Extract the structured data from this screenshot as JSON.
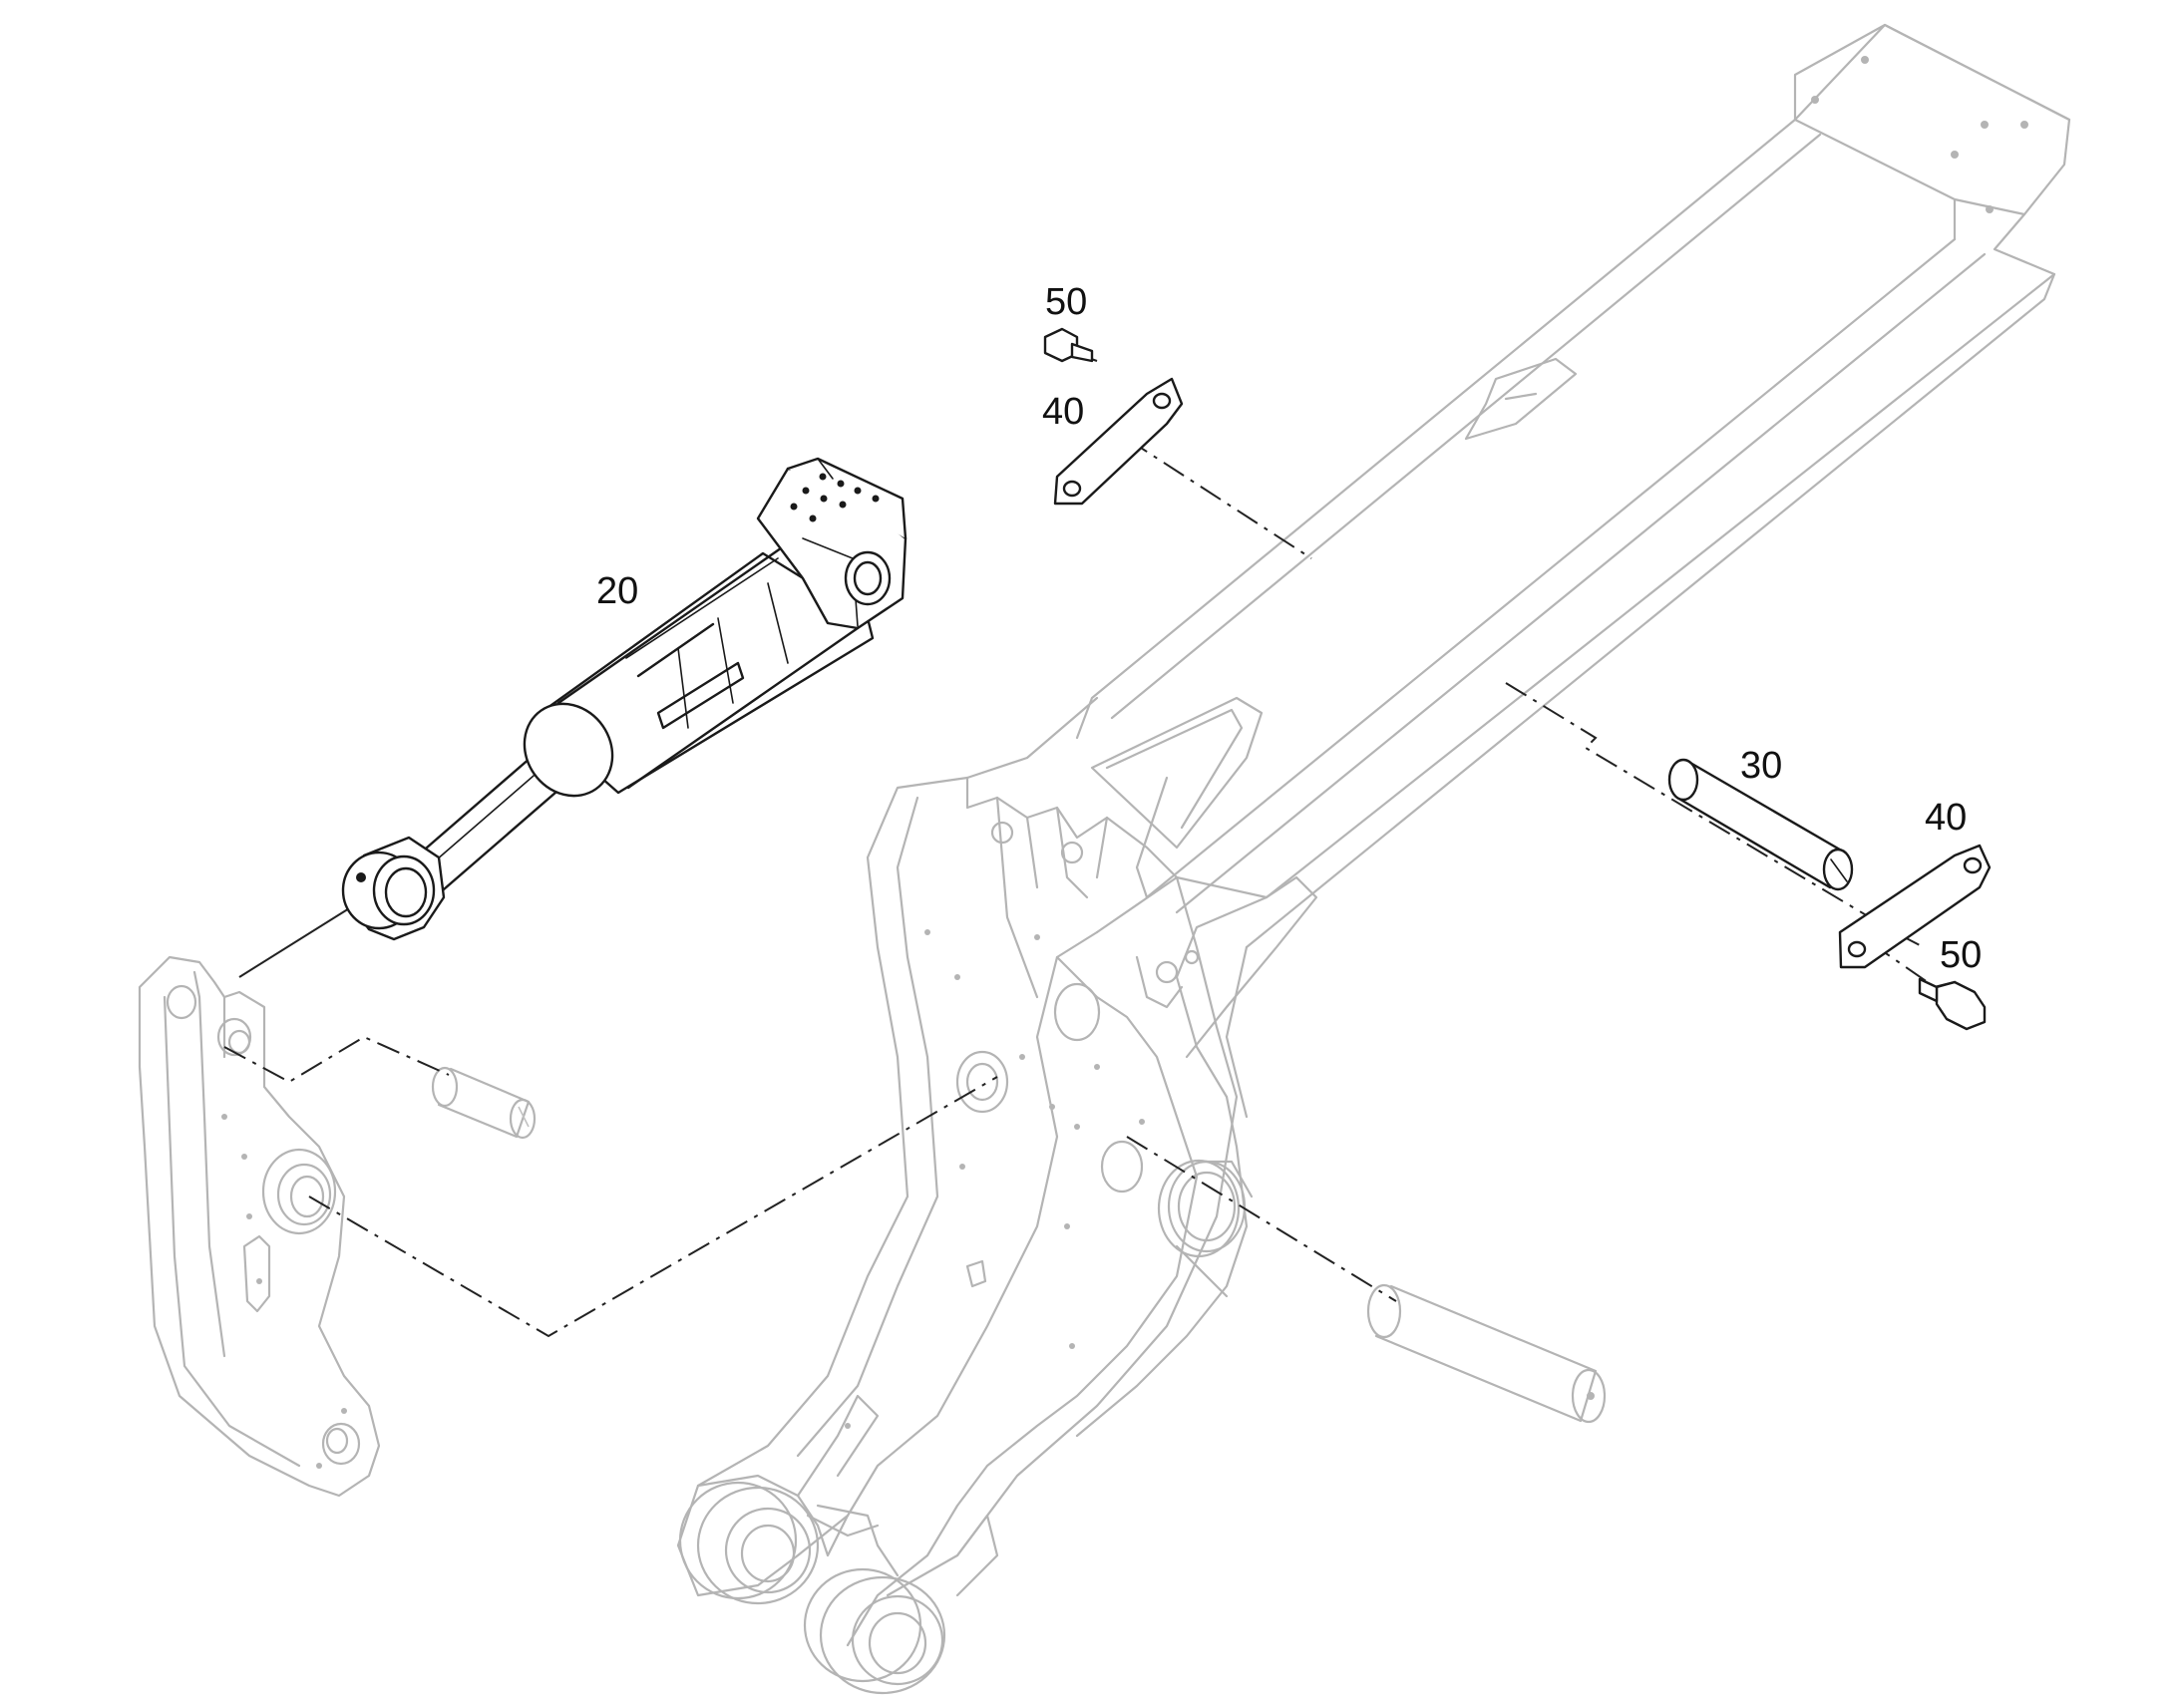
{
  "diagram": {
    "callouts": [
      {
        "id": "cylinder",
        "text": "20"
      },
      {
        "id": "pin-upper",
        "text": "30"
      },
      {
        "id": "plate-left",
        "text": "40"
      },
      {
        "id": "plate-right",
        "text": "40"
      },
      {
        "id": "bolt-left",
        "text": "50"
      },
      {
        "id": "bolt-right",
        "text": "50"
      }
    ]
  }
}
